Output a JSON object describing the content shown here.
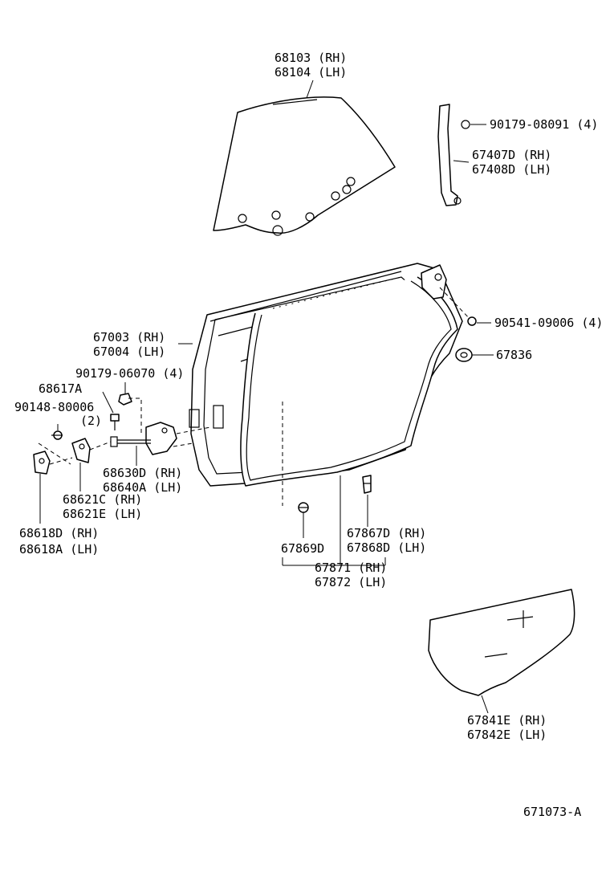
{
  "diagram": {
    "figure_code": "671073-A",
    "labels": {
      "glass_rh": "68103 (RH)",
      "glass_lh": "68104 (LH)",
      "bolt_90179_08091": "90179-08091 (4)",
      "channel_rh": "67407D (RH)",
      "channel_lh": "67408D (LH)",
      "panel_rh": "67003 (RH)",
      "panel_lh": "67004 (LH)",
      "screw_90541": "90541-09006 (4)",
      "hole_cover": "67836",
      "nut_90179_06070": "90179-06070 (4)",
      "part_68617a": "68617A",
      "screw_90148": "90148-80006",
      "screw_90148_qty": "(2)",
      "check_rh": "68630D (RH)",
      "check_lh": "68640A (LH)",
      "hinge_upper_rh": "68621C (RH)",
      "hinge_upper_lh": "68621E (LH)",
      "hinge_lower_rh": "68618D (RH)",
      "hinge_lower_lh": "68618A (LH)",
      "clip_67869d": "67869D",
      "clip_rh": "67867D (RH)",
      "clip_lh": "67868D (LH)",
      "weatherstrip_rh": "67871 (RH)",
      "weatherstrip_lh": "67872 (LH)",
      "cover_rh": "67841E (RH)",
      "cover_lh": "67842E (LH)"
    }
  }
}
